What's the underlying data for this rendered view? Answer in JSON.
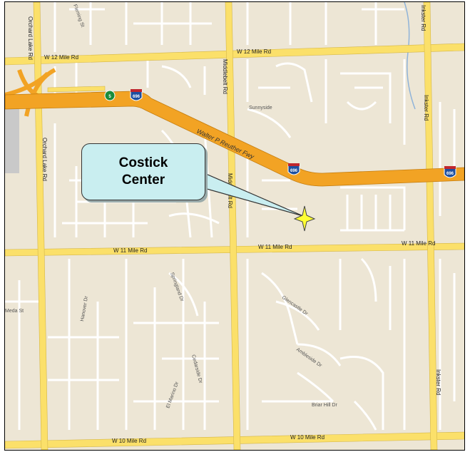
{
  "callout": {
    "line1": "Costick",
    "line2": "Center"
  },
  "highway": {
    "name": "Walter P Reuther Fwy",
    "shield": "696",
    "state_shield": "5"
  },
  "roads": {
    "w12": "W 12 Mile Rd",
    "w11": "W 11 Mile Rd",
    "w10": "W 10 Mile Rd",
    "middlebelt": "Middlebelt Rd",
    "orchard_lake": "Orchard Lake Rd",
    "inkster": "Inkster Rd"
  },
  "streets": {
    "sunnyside": "Sunnyside",
    "glencastle": "Glencastle Dr",
    "springland": "Springland Dr",
    "el_marino": "El Marino Dr",
    "cedarside": "Cedarside Dr",
    "hanover": "Hanover Dr",
    "ambleside": "Ambleside Dr",
    "briar_hill": "Briar Hill Dr",
    "meda": "Meda St",
    "fleming": "Fleming St"
  },
  "colors": {
    "land": "#ede6d5",
    "road": "#fbe06a",
    "highway": "#f2a324",
    "street": "#ffffff",
    "callout": "#c9eef0",
    "star": "#ffff33"
  }
}
